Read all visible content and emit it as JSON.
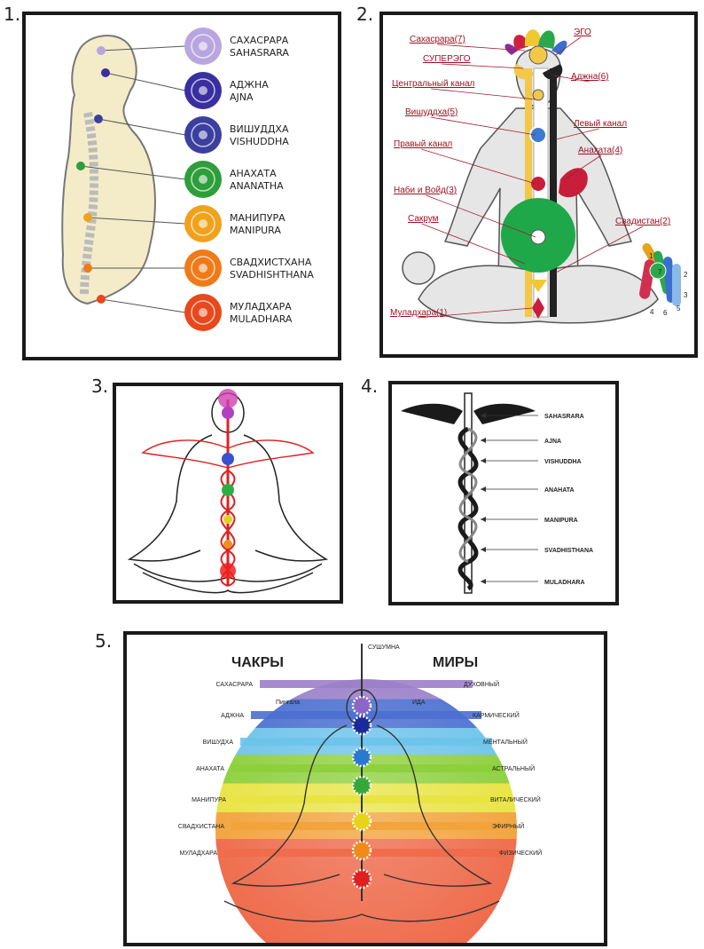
{
  "panel_numbers": [
    "1.",
    "2.",
    "3.",
    "4.",
    "5."
  ],
  "panel1": {
    "chakras": [
      {
        "ru": "САХАСРАРА",
        "en": "SAHASRARA",
        "color": "#b9a6e0"
      },
      {
        "ru": "АДЖНА",
        "en": "AJNA",
        "color": "#3a2fa0"
      },
      {
        "ru": "ВИШУДДХА",
        "en": "VISHUDDHA",
        "color": "#3b3f9e"
      },
      {
        "ru": "АНАХАТА",
        "en": "ANANATHA",
        "color": "#2e9e3a"
      },
      {
        "ru": "МАНИПУРА",
        "en": "MANIPURA",
        "color": "#f0a21c"
      },
      {
        "ru": "СВАДХИСТХАНА",
        "en": "SVADHISHTHANA",
        "color": "#f07a18"
      },
      {
        "ru": "МУЛАДХАРА",
        "en": "MULADHARA",
        "color": "#e8481c"
      }
    ]
  },
  "panel2": {
    "labels": [
      "Сахасрара(7)",
      "СУПЕРЭГО",
      "ЭГО",
      "Аджна(6)",
      "Центральный канал",
      "Вишуддха(5)",
      "Левый канал",
      "Правый канал",
      "Анахата(4)",
      "Наби и Войд(3)",
      "Сакрум",
      "Свадистан(2)",
      "Муладхара(1)"
    ],
    "finger_numbers": [
      "1",
      "2",
      "3",
      "4",
      "5",
      "6",
      "7"
    ]
  },
  "panel4": {
    "labels": [
      "SAHASRARA",
      "AJNA",
      "VISHUDDHA",
      "ANAHATA",
      "MANIPURA",
      "SVADHISTHANA",
      "MULADHARA"
    ]
  },
  "panel5": {
    "heading_left": "ЧАКРЫ",
    "heading_right": "МИРЫ",
    "top_label": "СУШУМНА",
    "pingala": "Пингала",
    "ida": "ИДА",
    "left_labels": [
      "САХАСРАРА",
      "АДЖНА",
      "ВИШУДХА",
      "АНАХАТА",
      "МАНИПУРА",
      "СВАДХИСТАНА",
      "МУЛАДХАРА"
    ],
    "right_labels": [
      "ДУХОВНЫЙ",
      "КАРМИЧЕСКИЙ",
      "МЕНТАЛЬНЫЙ",
      "АСТРАЛЬНЫЙ",
      "ВИТАЛИЧЕСКИЙ",
      "ЭФИРНЫЙ",
      "ФИЗИЧЕСКИЙ"
    ],
    "band_colors": [
      "#9b7fc9",
      "#4b6fd0",
      "#6cc3ea",
      "#8ccf3a",
      "#e8e340",
      "#f2a23a",
      "#ee6a4a"
    ],
    "chakra_colors": [
      "#8a66c8",
      "#1b2a9a",
      "#2a78d0",
      "#36a83a",
      "#e8d21a",
      "#f08a18",
      "#e02020"
    ]
  }
}
